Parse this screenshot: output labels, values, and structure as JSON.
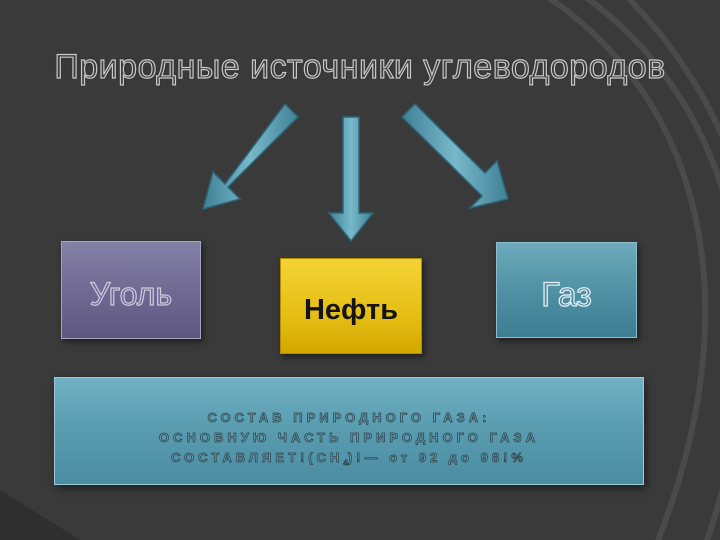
{
  "slide": {
    "title": "Природные источники углеводородов",
    "boxes": {
      "coal": "Уголь",
      "oil": "Нефть",
      "gas": "Газ"
    },
    "composition": {
      "line1": "СОСТАВ ПРИРОДНОГО ГАЗА:",
      "line2": "ОСНОВНУЮ ЧАСТЬ ПРИРОДНОГО ГАЗА",
      "line3_prefix": "СОСТАВЛЯЕТ!(CH",
      "line3_sub": "4",
      "line3_suffix": ")!— от 92 до 98!%"
    }
  },
  "colors": {
    "background": "#3a3a3a",
    "arrow": "#5a9db1",
    "coal": "#6f6892",
    "oil": "#e5be14",
    "gas": "#4e8fa3"
  }
}
